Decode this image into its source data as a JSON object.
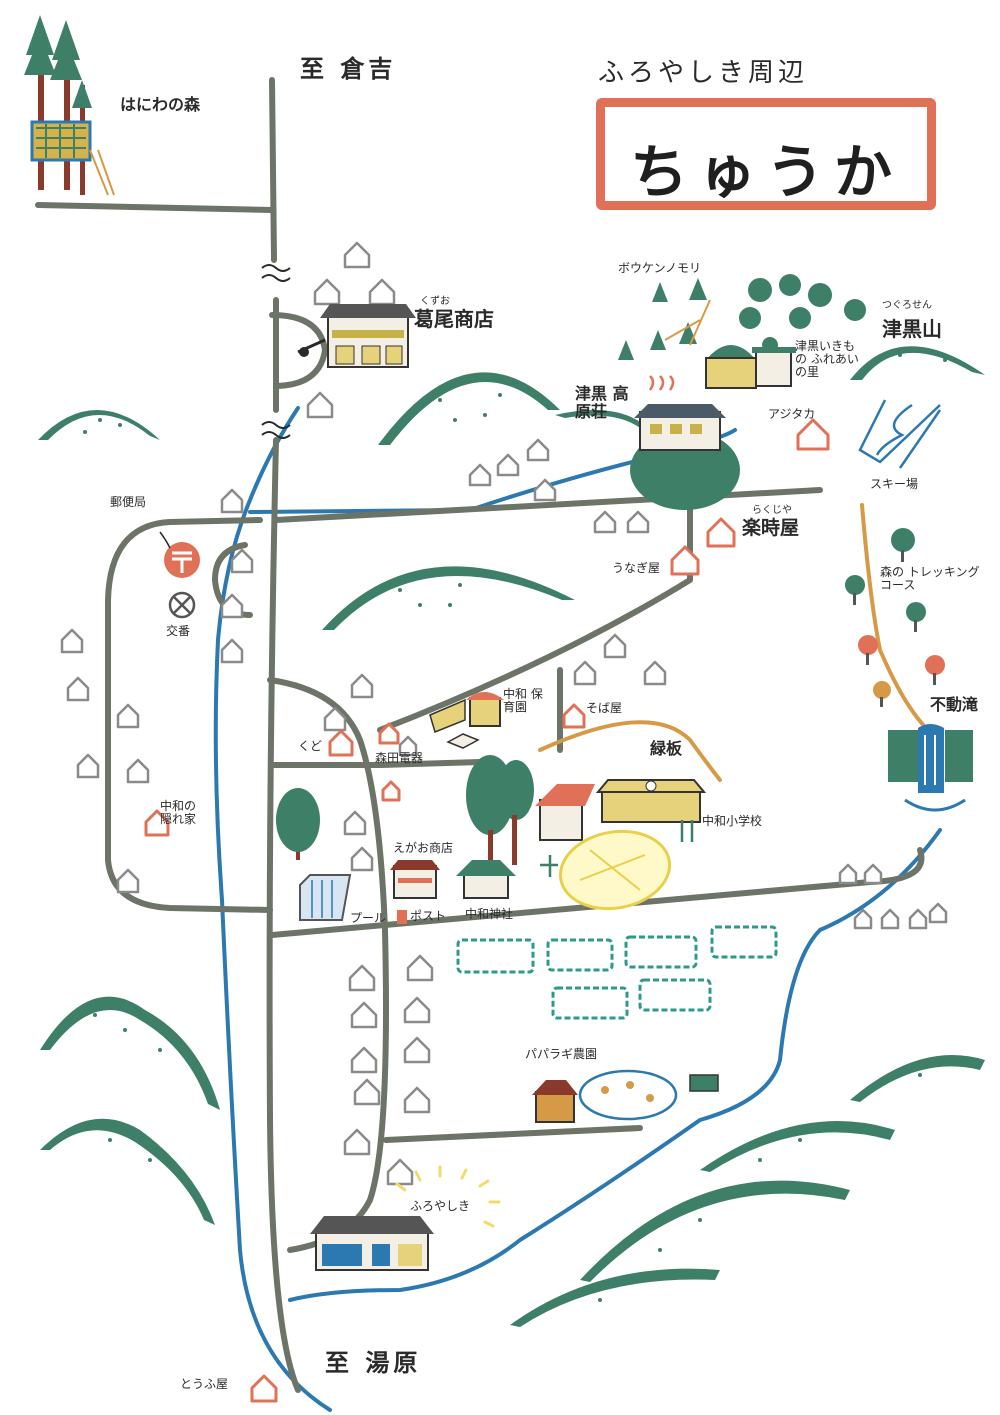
{
  "title": {
    "subtitle": "ふろやしき周辺",
    "main": "ちゅうか"
  },
  "directions": {
    "north": "至 倉吉",
    "south": "至 湯原"
  },
  "places": {
    "haniwa_forest": "はにわの森",
    "kuzuo_ruby": "くずお",
    "kuzuo": "葛尾商店",
    "boukennomori": "ボウケンノモリ",
    "tsuguro_ikimono": "津黒いきもの ふれあいの里",
    "tsuguroyama_ruby": "つぐろせん",
    "tsuguroyama": "津黒山",
    "tsuguro_kogenso": "津黒 高原荘",
    "ajitaka": "アジタカ",
    "ski": "スキー場",
    "rakujiya_ruby": "らくじや",
    "rakujiya": "楽時屋",
    "unagiya": "うなぎ屋",
    "forest_trekking": "森の トレッキングコース",
    "fudou_falls": "不動滝",
    "post_office": "郵便局",
    "koban": "交番",
    "nakawa_hoikuen": "中和 保育園",
    "sobaya": "そば屋",
    "ryokuban": "緑板",
    "kudo": "くど",
    "morita_denki": "森田電器",
    "nakawa_kakurega": "中和の 隠れ家",
    "egao_shoten": "えがお商店",
    "nakawa_school": "中和小学校",
    "pool": "プール",
    "post": "ポスト",
    "nakawa_shrine": "中和神社",
    "paparagi": "パパラギ農園",
    "furoyashiki": "ふろやしき",
    "toufuya": "とうふ屋"
  },
  "colors": {
    "road": "#6b7466",
    "river": "#2c78b0",
    "hill": "#3e7f68",
    "house": "#8a8a8a",
    "accent": "#e07156",
    "trail": "#d69a47"
  }
}
